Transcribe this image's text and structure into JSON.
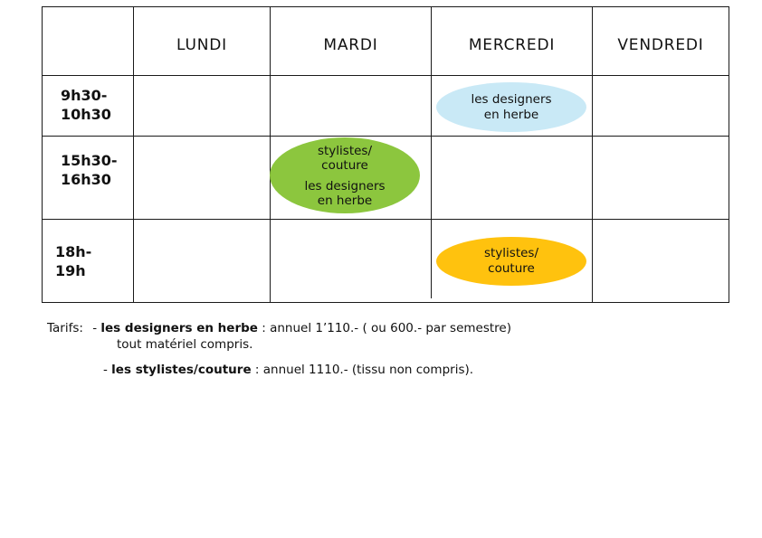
{
  "table": {
    "days": [
      "LUNDI",
      "MARDI",
      "MERCREDI",
      "VENDREDI"
    ],
    "times": [
      {
        "line1": "9h30-",
        "line2": "10h30"
      },
      {
        "line1": "15h30-",
        "line2": "16h30"
      },
      {
        "line1": "18h-",
        "line2": "19h"
      }
    ]
  },
  "sessions": {
    "wed_morning": {
      "line1": "les designers",
      "line2": "en herbe",
      "color": "#c9e9f6"
    },
    "tue_afternoon": {
      "line1": "stylistes/",
      "line2": "couture",
      "line3": "les designers",
      "line4": "en herbe",
      "color": "#8cc63e"
    },
    "wed_evening": {
      "line1": "stylistes/",
      "line2": "couture",
      "color": "#ffc20e"
    }
  },
  "tarifs": {
    "label": "Tarifs:",
    "dash1": "- ",
    "item1_name": "les designers en herbe",
    "item1_price": " : annuel 1’110.- ( ou 600.- par semestre)",
    "item1_note": "tout matériel compris.",
    "dash2": "- ",
    "item2_name": "les stylistes/couture",
    "item2_price": ": annuel 1110.- (tissu non compris)."
  }
}
